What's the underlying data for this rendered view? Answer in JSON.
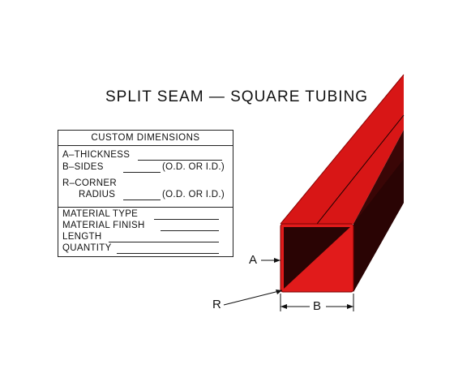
{
  "title": "SPLIT SEAM — SQUARE TUBING",
  "table": {
    "header": "CUSTOM DIMENSIONS",
    "thickness": "A–THICKNESS",
    "sides": "B–SIDES",
    "sides_suffix": "(O.D. OR I.D.)",
    "corner_line1": "R–CORNER",
    "corner_line2": "RADIUS",
    "corner_suffix": "(O.D. OR I.D.)",
    "material_type": "MATERIAL TYPE",
    "material_finish": "MATERIAL FINISH",
    "length": "LENGTH",
    "quantity": "QUANTITY"
  },
  "labels": {
    "a": "A",
    "b": "B",
    "r": "R"
  },
  "colors": {
    "tube_front": "#e11b1b",
    "tube_dark": "#2a0404",
    "tube_side": "#3a0606",
    "tube_top": "#d41414"
  }
}
